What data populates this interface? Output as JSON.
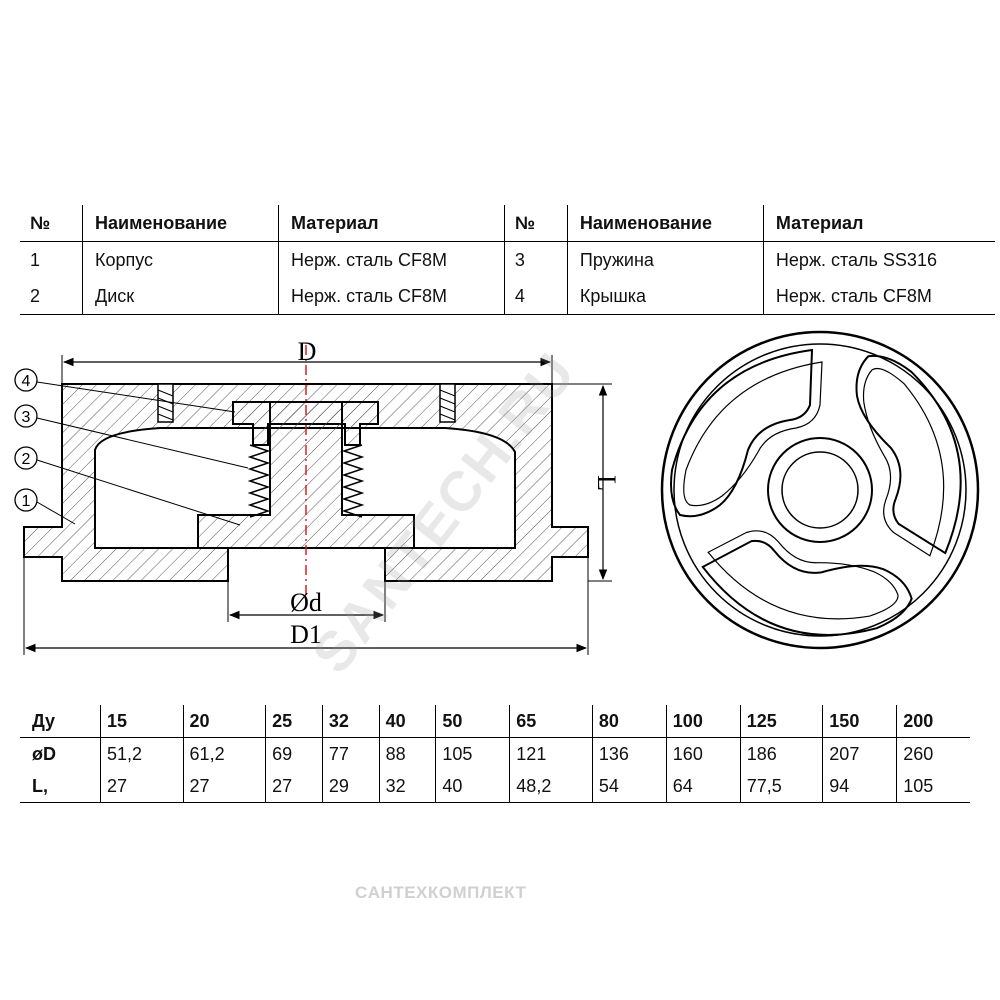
{
  "parts_table": {
    "headers": [
      "№",
      "Наименование",
      "Материал",
      "№",
      "Наименование",
      "Материал"
    ],
    "rows": [
      [
        "1",
        "Корпус",
        "Нерж. сталь CF8M",
        "3",
        "Пружина",
        "Нерж. сталь SS316"
      ],
      [
        "2",
        "Диск",
        "Нерж. сталь CF8M",
        "4",
        "Крышка",
        "Нерж. сталь CF8M"
      ]
    ]
  },
  "drawing": {
    "dim_D": "D",
    "dim_L": "L",
    "dim_d": "Ød",
    "dim_D1": "D1",
    "callouts": [
      "4",
      "3",
      "2",
      "1"
    ]
  },
  "dims_table": {
    "rows": [
      {
        "label": "Ду",
        "values": [
          "15",
          "20",
          "25",
          "32",
          "40",
          "50",
          "65",
          "80",
          "100",
          "125",
          "150",
          "200"
        ]
      },
      {
        "label": "øD",
        "values": [
          "51,2",
          "61,2",
          "69",
          "77",
          "88",
          "105",
          "121",
          "136",
          "160",
          "186",
          "207",
          "260"
        ]
      },
      {
        "label": "L,",
        "values": [
          "27",
          "27",
          "27",
          "29",
          "32",
          "40",
          "48,2",
          "54",
          "64",
          "77,5",
          "94",
          "105"
        ]
      }
    ]
  },
  "watermarks": {
    "main": "SANTECH.RU",
    "footer": "СAНТЕХКОМПЛЕКТ"
  }
}
